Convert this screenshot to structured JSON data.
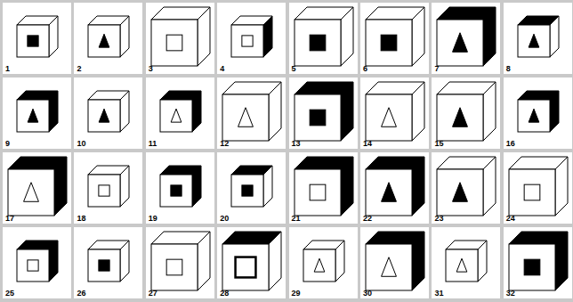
{
  "diagram": {
    "labels": [
      "1",
      "2",
      "3",
      "4",
      "5",
      "6",
      "7",
      "8",
      "9",
      "10",
      "11",
      "12",
      "13",
      "14",
      "15",
      "16",
      "17",
      "18",
      "19",
      "20",
      "21",
      "22",
      "23",
      "24",
      "25",
      "26",
      "27",
      "28",
      "29",
      "30",
      "31",
      "32"
    ]
  }
}
